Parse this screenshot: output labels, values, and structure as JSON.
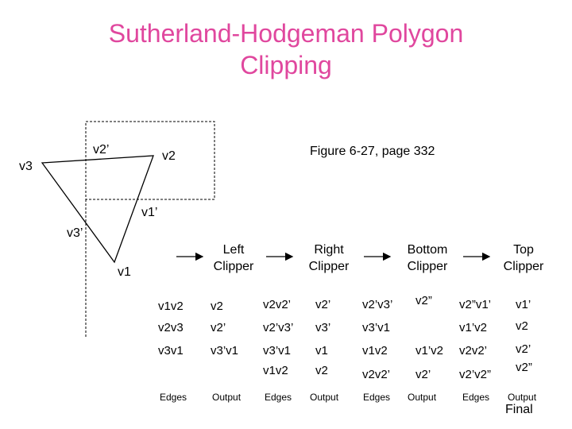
{
  "title": {
    "line1": "Sutherland-Hodgeman Polygon",
    "line2": "Clipping"
  },
  "figure_ref": "Figure 6-27, page 332",
  "colors": {
    "title": "#e0479e",
    "lines": "#000000"
  },
  "vertices": {
    "v2p": "v2’",
    "v2": "v2",
    "v3": "v3",
    "v1p": "v1’",
    "v3p": "v3’",
    "v1": "v1"
  },
  "clippers": {
    "left": {
      "line1": "Left",
      "line2": "Clipper"
    },
    "right": {
      "line1": "Right",
      "line2": "Clipper"
    },
    "bottom": {
      "line1": "Bottom",
      "line2": "Clipper"
    },
    "top": {
      "line1": "Top",
      "line2": "Clipper"
    }
  },
  "left_stage": {
    "edges": [
      "v1v2",
      "v2v3",
      "v3v1"
    ],
    "output": [
      "v2",
      "v2’",
      "v3’v1"
    ]
  },
  "right_stage": {
    "edges": [
      "v2v2’",
      "v2’v3’",
      "v3’v1",
      "v1v2"
    ],
    "output": [
      "v2’",
      "v3’",
      "v1",
      "v2"
    ]
  },
  "bottom_stage": {
    "edges": [
      "v2’v3’",
      "v3’v1",
      "v1v2",
      "v2v2’"
    ],
    "output": [
      "v2”",
      "v1’v2",
      "v2’"
    ]
  },
  "top_stage": {
    "edges": [
      "v2”v1’",
      "v1’v2",
      "v2v2’",
      "v2’v2”"
    ],
    "output": [
      "v1’",
      "v2",
      "v2’",
      "v2”"
    ]
  },
  "footer": {
    "edges": "Edges",
    "output": "Output",
    "final": "Final"
  }
}
